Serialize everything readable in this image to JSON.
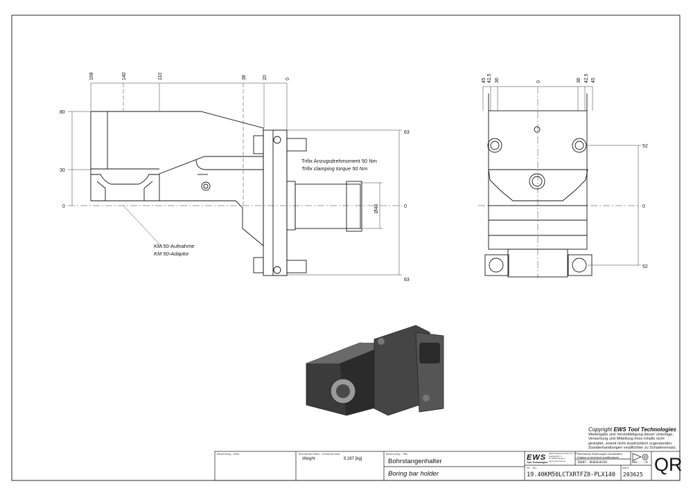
{
  "front_view": {
    "top_dims": [
      "168",
      "140",
      "110",
      "38",
      "20",
      "0"
    ],
    "left_dims": [
      "80",
      "30",
      "0"
    ],
    "right_dims": [
      "63",
      "0",
      "63"
    ],
    "diameter": "Ø40",
    "torque_de": "Trifix Anzugsdrehmoment  50 Nm",
    "torque_en": "Trifix clamping torque  50 Nm",
    "adapter_de": "KM 50-Aufnahme",
    "adapter_en": "KM 50-Adaptor"
  },
  "side_view": {
    "top_dims": [
      "45",
      "42,5",
      "36",
      "0",
      "36",
      "42,5",
      "45"
    ],
    "right_dims": [
      "52",
      "0",
      "52"
    ]
  },
  "copyright": {
    "title_prefix": "Copyright ",
    "brand": "EWS Tool Technologies",
    "lines": [
      "Weitergabe und Vervielfältigung dieser Unterlage,",
      "Verwertung und Mitteilung ihres Inhalts nicht",
      "gestattet, soweit nicht ausdrücklich zugestanden.",
      "Zuwiderhandlungen verpflichten zu Schadenersatz."
    ]
  },
  "title_block": {
    "remark_label": "Bemerkung - Note",
    "techdata_label": "Technische Daten - technical data",
    "weight_label": "Weight",
    "weight_value": "8.287 [kg]",
    "designation_label": "Benennung - Title",
    "title_de": "Bohrstangenhalter",
    "title_en": "Boring bar holder",
    "logo": "EWS",
    "logo_sub": "Tool Technologies",
    "company_lines": [
      "EWS Weigele GmbH & Co. KG",
      "Maybachstr. 1",
      "D-73066 Uhingen",
      "www.ews-tools.de"
    ],
    "changes_de": "Technische Änderungen vorbehalten",
    "changes_en": "Subject to technical modifications!",
    "ident": "IDENT: DEWS036268",
    "rev": "REV.: -/A",
    "no_label": "Nr. - No.",
    "part_no": "19.40KM50LCTXRTFZ0-PLX140",
    "id_label": "Ident",
    "id_no": "203625",
    "qr": "QR"
  }
}
